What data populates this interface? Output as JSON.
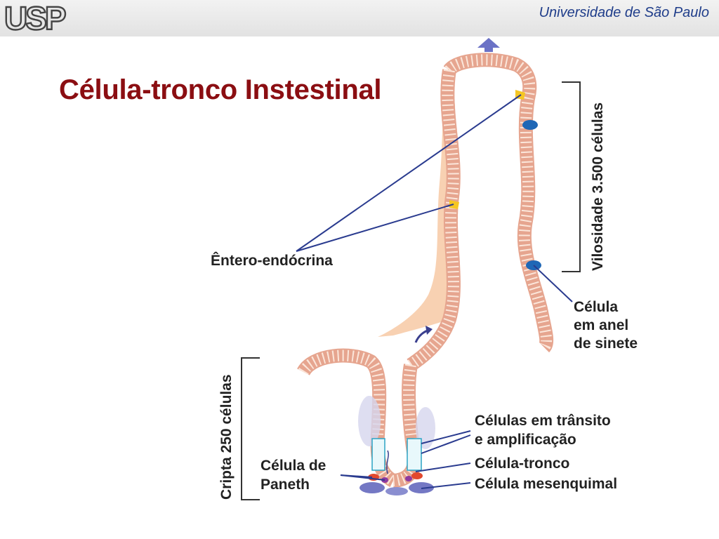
{
  "header": {
    "logo_text": "USP",
    "university": "Universidade de São Paulo"
  },
  "slide": {
    "title": "Célula-tronco Instestinal"
  },
  "figure": {
    "villus_count_label": "Vilosidade 3.500 células",
    "crypt_count_label": "Cripta 250 células",
    "labels": {
      "entero": "Êntero-endócrina",
      "signet_1": "Célula",
      "signet_2": "em anel",
      "signet_3": "de sinete",
      "transit_1": "Células em trânsito",
      "transit_2": "e amplificação",
      "stem": "Célula-tronco",
      "mesenchymal": "Célula mesenquimal",
      "paneth_1": "Célula de",
      "paneth_2": "Paneth"
    }
  }
}
